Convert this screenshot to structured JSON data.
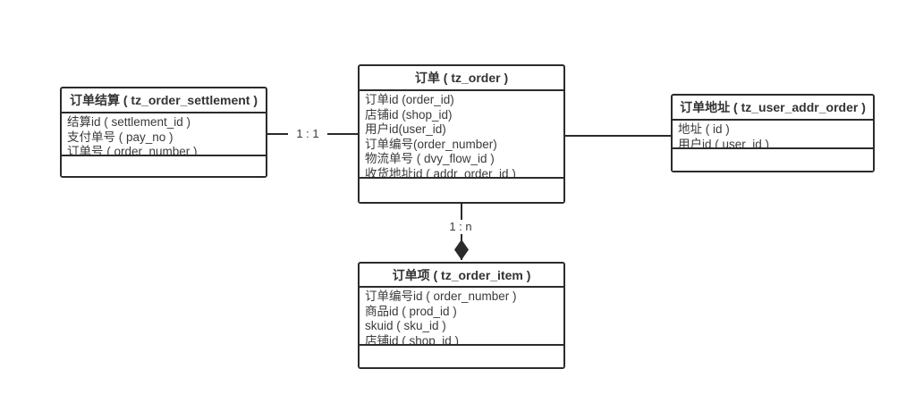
{
  "diagram": {
    "background_color": "#ffffff",
    "line_color": "#2b2b2b",
    "text_color": "#3a3a3a",
    "entities": {
      "settlement": {
        "title": "订单结算 ( tz_order_settlement )",
        "fields": [
          "结算id ( settlement_id )",
          "支付单号 ( pay_no )",
          "订单号 ( order_number )"
        ]
      },
      "order": {
        "title": "订单 ( tz_order )",
        "fields": [
          "订单id (order_id)",
          "店铺id (shop_id)",
          "用户id(user_id)",
          "订单编号(order_number)",
          "物流单号 ( dvy_flow_id )",
          "收货地址id ( addr_order_id )"
        ]
      },
      "addr": {
        "title": "订单地址 ( tz_user_addr_order )",
        "fields": [
          "地址 ( id )",
          "用户id ( user_id )"
        ]
      },
      "item": {
        "title": "订单项 ( tz_order_item )",
        "fields": [
          "订单编号id ( order_number )",
          "商品id ( prod_id )",
          "skuid ( sku_id )",
          "店铺id ( shop_id )"
        ]
      }
    },
    "relations": {
      "settlement_order": {
        "label": "1 : 1"
      },
      "order_item": {
        "label": "1 : n"
      }
    }
  }
}
